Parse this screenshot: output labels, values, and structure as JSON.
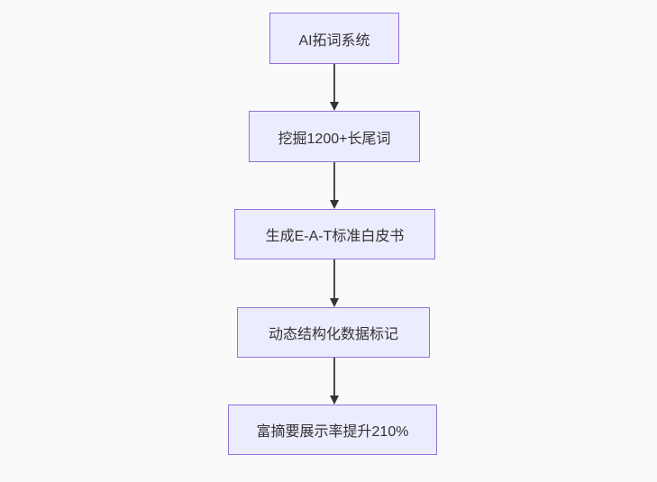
{
  "page": {
    "background_color": "#fafafa"
  },
  "flowchart": {
    "type": "flowchart",
    "direction": "top-down",
    "nodes": [
      {
        "id": "A",
        "label": "AI拓词系统"
      },
      {
        "id": "B",
        "label": "挖掘1200+长尾词"
      },
      {
        "id": "C",
        "label": "生成E-A-T标准白皮书"
      },
      {
        "id": "D",
        "label": "动态结构化数据标记"
      },
      {
        "id": "E",
        "label": "富摘要展示率提升210%"
      }
    ],
    "edges": [
      {
        "from": "A",
        "to": "B"
      },
      {
        "from": "B",
        "to": "C"
      },
      {
        "from": "C",
        "to": "D"
      },
      {
        "from": "D",
        "to": "E"
      }
    ],
    "colors": {
      "node_fill": "#ececff",
      "node_border": "#9370db",
      "edge_line": "#4a4a4a",
      "arrowhead": "#333333",
      "text": "#333333"
    }
  }
}
